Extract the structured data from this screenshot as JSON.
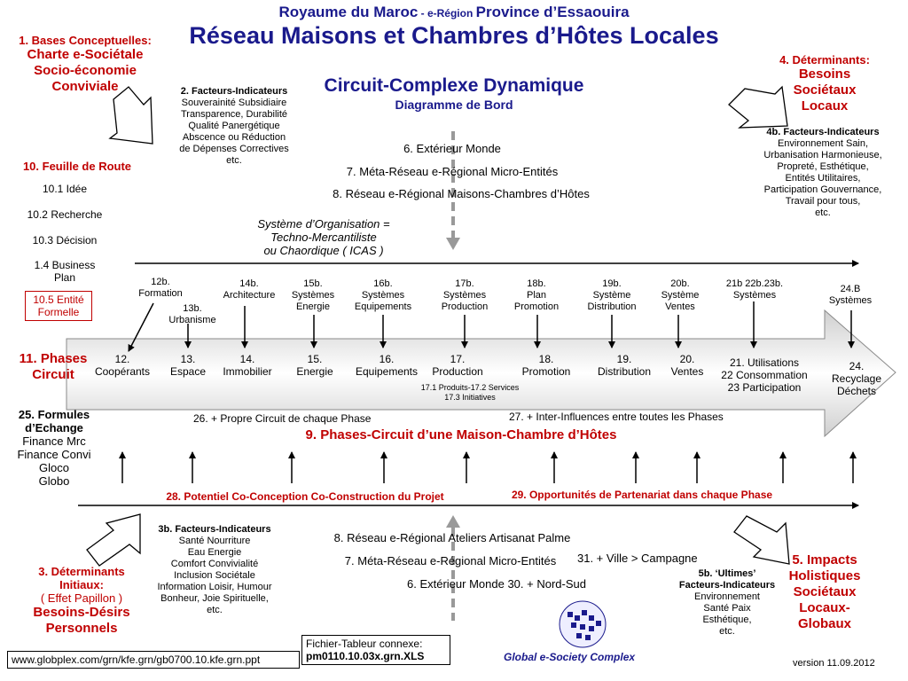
{
  "header": {
    "title_part1": "Royaume du Maroc",
    "title_part2": " - e-Région ",
    "title_part3": "Province d’Essaouira",
    "main_title": "Réseau Maisons et Chambres d’Hôtes Locales",
    "diagram_title": "Circuit-Complexe Dynamique",
    "diagram_subtitle": "Diagramme de Bord"
  },
  "bases": {
    "label": "1. Bases Conceptuelles:",
    "lines": [
      "Charte e-Sociétale",
      "Socio-économie",
      "Conviviale"
    ]
  },
  "facteurs2": {
    "title": "2. Facteurs-Indicateurs",
    "lines": [
      "Souverainité Subsidiaire",
      "Transparence, Durabilité",
      "Qualité Panergétique",
      "Abscence ou Réduction",
      "de Dépenses Correctives",
      "etc."
    ]
  },
  "determinants4": {
    "label": "4. Déterminants:",
    "lines": [
      "Besoins",
      "Sociétaux",
      "Locaux"
    ]
  },
  "facteurs4b": {
    "title": "4b. Facteurs-Indicateurs",
    "lines": [
      "Environnement Sain,",
      "Urbanisation Harmonieuse,",
      "Propreté, Esthétique,",
      "Entités Utilitaires,",
      "Participation Gouvernance,",
      "Travail pour tous,",
      "etc."
    ]
  },
  "feuille": {
    "title": "10. Feuille de Route",
    "items": [
      "10.1 Idée",
      "10.2 Recherche",
      "10.3 Décision",
      "1.4 Business",
      "Plan"
    ],
    "entite_box": [
      "10.5 Entité",
      "Formelle"
    ]
  },
  "top_levels": [
    "6. Extérieur Monde",
    "7. Méta-Réseau e-Régional Micro-Entités",
    "8. Réseau e-Régional Maisons-Chambres d’Hôtes"
  ],
  "system_org": [
    "Système d’Organisation =",
    "Techno-Mercantiliste",
    "ou Chaordique ( ICAS )"
  ],
  "systems_b": [
    {
      "lines": [
        "12b.",
        "Formation"
      ]
    },
    {
      "lines": [
        "13b.",
        "Urbanisme"
      ]
    },
    {
      "lines": [
        "14b.",
        "Architecture"
      ]
    },
    {
      "lines": [
        "15b.",
        "Systèmes",
        "Energie"
      ]
    },
    {
      "lines": [
        "16b.",
        "Systèmes",
        "Equipements"
      ]
    },
    {
      "lines": [
        "17b.",
        "Systèmes",
        "Production"
      ]
    },
    {
      "lines": [
        "18b.",
        "Plan",
        "Promotion"
      ]
    },
    {
      "lines": [
        "19b.",
        "Système",
        "Distribution"
      ]
    },
    {
      "lines": [
        "20b.",
        "Système",
        "Ventes"
      ]
    },
    {
      "lines": [
        "21b 22b.23b.",
        "Systèmes"
      ]
    },
    {
      "lines": [
        "24.B",
        "Systèmes"
      ]
    }
  ],
  "phases_label": [
    "11. Phases",
    "Circuit"
  ],
  "phases": [
    {
      "lines": [
        "12.",
        "Coopérants"
      ]
    },
    {
      "lines": [
        "13.",
        "Espace"
      ]
    },
    {
      "lines": [
        "14.",
        "Immobilier"
      ]
    },
    {
      "lines": [
        "15.",
        "Energie"
      ]
    },
    {
      "lines": [
        "16.",
        "Equipements"
      ]
    },
    {
      "lines": [
        "17.",
        "Production"
      ]
    },
    {
      "lines": [
        "18.",
        "Promotion"
      ]
    },
    {
      "lines": [
        "19.",
        "Distribution"
      ]
    },
    {
      "lines": [
        "20.",
        "Ventes"
      ]
    },
    {
      "lines": [
        "21. Utilisations",
        "22 Consommation",
        "23 Participation"
      ]
    },
    {
      "lines": [
        "24.",
        "Recyclage",
        "Déchets"
      ]
    }
  ],
  "production_sub": [
    "17.1 Produits-17.2 Services",
    "17.3 Initiatives"
  ],
  "circuit_notes": {
    "n26": "26. + Propre Circuit de chaque Phase",
    "n27": "27. + Inter-Influences entre toutes les Phases",
    "title9": "9. Phases-Circuit d’une Maison-Chambre d’Hôtes"
  },
  "formules": {
    "title": [
      "25. Formules",
      "d’Echange"
    ],
    "items": [
      "Finance Mrc",
      "Finance Convi",
      "Gloco",
      "Globo"
    ]
  },
  "potentiel": "28. Potentiel Co-Conception Co-Construction du Projet",
  "opportunites": "29. Opportunités de Partenariat dans chaque Phase",
  "facteurs3b": {
    "title": "3b. Facteurs-Indicateurs",
    "lines": [
      "Santé Nourriture",
      "Eau Energie",
      "Comfort Convivialité",
      "Inclusion Sociétale",
      "Information Loisir, Humour",
      "Bonheur, Joie Spirituelle,",
      "etc."
    ]
  },
  "determinants3": {
    "label": [
      "3. Déterminants",
      "Initiaux:"
    ],
    "paren": "( Effet Papillon )",
    "lines": [
      "Besoins-Désirs",
      "Personnels"
    ]
  },
  "bottom_levels": [
    "8. Réseau e-Régional Ateliers Artisanat Palme",
    "7. Méta-Réseau e-Régional Micro-Entités",
    "6. Extérieur Monde 30. + Nord-Sud"
  ],
  "ville": "31. + Ville > Campagne",
  "facteurs5b": {
    "title": [
      "5b. ‘Ultimes’",
      "Facteurs-Indicateurs"
    ],
    "lines": [
      "Environnement",
      "Santé Paix",
      "Esthétique,",
      "etc."
    ]
  },
  "impacts5": {
    "lines": [
      "5. Impacts",
      "Holistiques",
      "Sociétaux",
      "Locaux-",
      "Globaux"
    ]
  },
  "url": "www.globplex.com/grn/kfe.grn/gb0700.10.kfe.grn.ppt",
  "fichier": {
    "label": "Fichier-Tableur connexe:",
    "file": "pm0110.10.03x.grn.XLS"
  },
  "logo_text": "Global e-Society Complex",
  "version": "version 11.09.2012",
  "colors": {
    "navy": "#1a1a8c",
    "red": "#c00000",
    "arrow_grey": "#d9d9d9"
  }
}
